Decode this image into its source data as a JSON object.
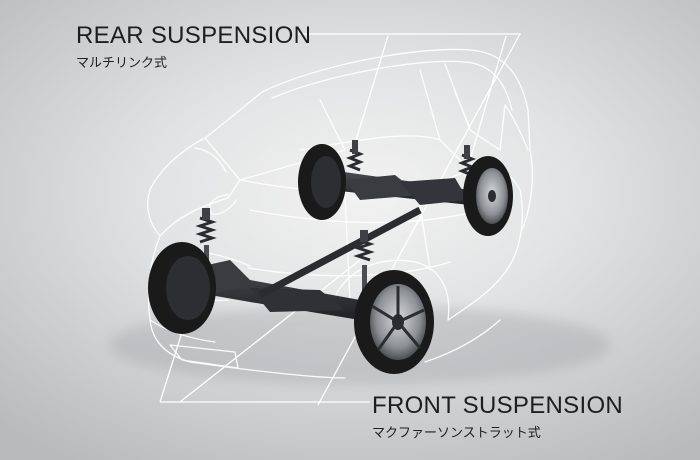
{
  "labels": {
    "rear": {
      "title": "REAR SUSPENSION",
      "subtitle": "マルチリンク式"
    },
    "front": {
      "title": "FRONT SUSPENSION",
      "subtitle": "マクファーソンストラット式"
    }
  },
  "colors": {
    "background": "#e0e1e2",
    "outline": "#ffffff",
    "chassis": "#2b2d30",
    "tire": "#1a1a1a",
    "rim": "#9ea2a6",
    "text": "#1e1e1e"
  }
}
